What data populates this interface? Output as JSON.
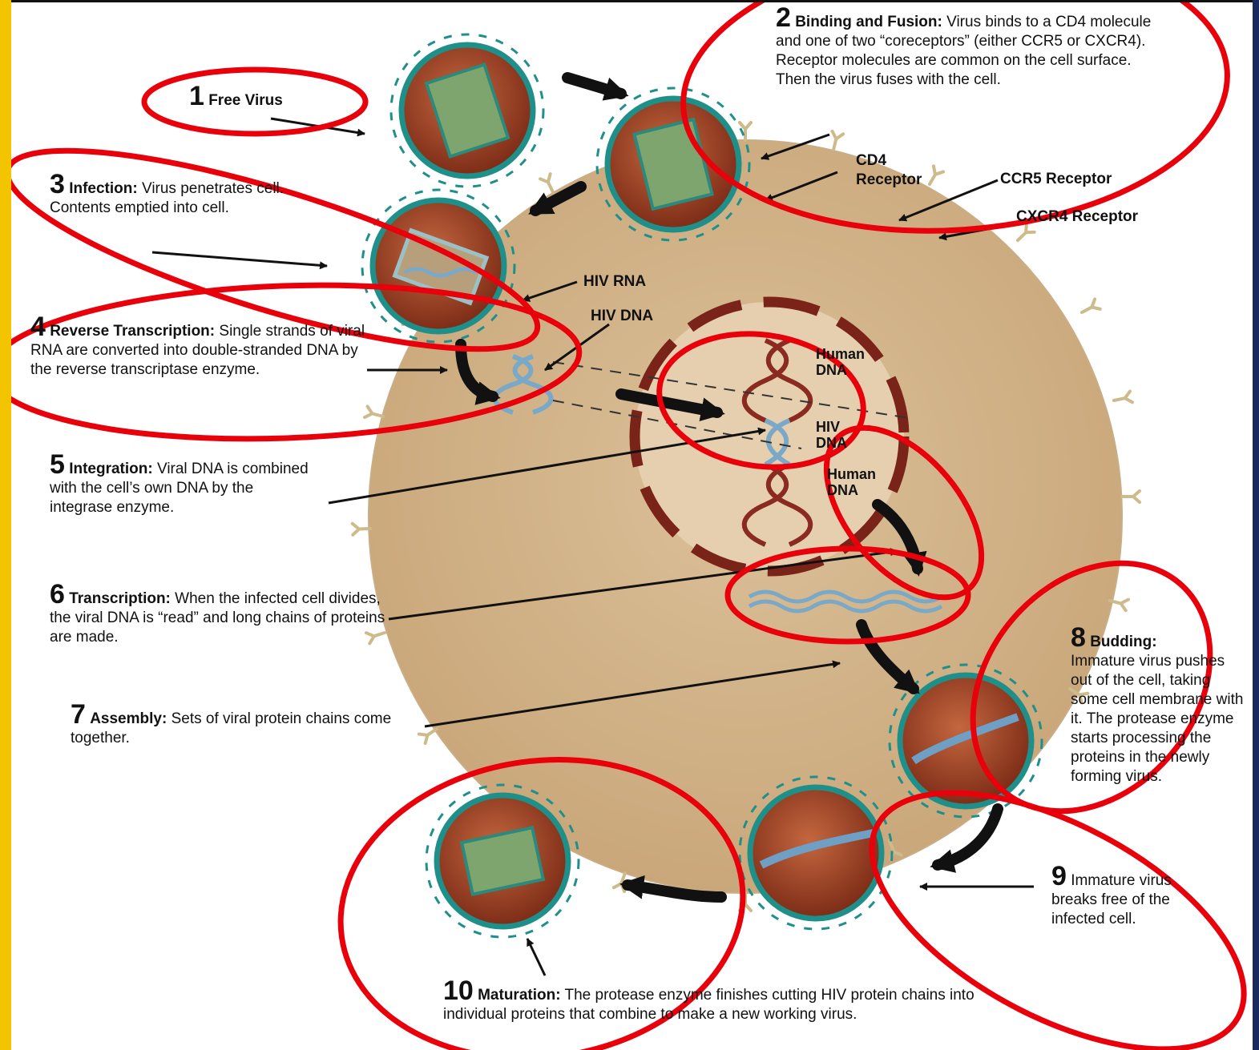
{
  "colors": {
    "side_bar": "#f2c500",
    "cell_body": "#d4b48a",
    "nucleus": "#e6cfae",
    "nucleus_ring": "#7a2318",
    "virus_core": "#9b3a22",
    "virus_envelope": "#1f8f8a",
    "highlight_ellipse": "#e8000b",
    "strand_blue": "#7aa9c8",
    "strand_red": "#8a2a20"
  },
  "steps": [
    {
      "num": "1",
      "title": "Free Virus",
      "text": ""
    },
    {
      "num": "2",
      "title": "Binding and Fusion:",
      "text": "Virus binds to a CD4 molecule and one of two “coreceptors” (either CCR5 or CXCR4). Receptor molecules are common on the cell surface. Then the virus fuses with the cell."
    },
    {
      "num": "3",
      "title": "Infection:",
      "text": "Virus penetrates cell. Contents emptied into cell."
    },
    {
      "num": "4",
      "title": "Reverse Transcription:",
      "text": "Single strands of viral RNA are converted into double-stranded DNA by the reverse transcriptase enzyme."
    },
    {
      "num": "5",
      "title": "Integration:",
      "text": "Viral DNA is combined with the cell’s own DNA by the integrase enzyme."
    },
    {
      "num": "6",
      "title": "Transcription:",
      "text": "When the infected cell divides, the viral DNA is “read” and long chains of proteins are made."
    },
    {
      "num": "7",
      "title": "Assembly:",
      "text": "Sets of viral protein chains come together."
    },
    {
      "num": "8",
      "title": "Budding:",
      "text": "Immature virus pushes out of the cell, taking some cell membrane with it. The protease enzyme starts processing the proteins in the newly forming virus."
    },
    {
      "num": "9",
      "title": "Immature",
      "text": "virus breaks free of the infected cell."
    },
    {
      "num": "10",
      "title": "Maturation:",
      "text": "The protease enzyme finishes cutting HIV protein chains into individual proteins that combine to make a new working virus."
    }
  ],
  "labels": {
    "cd4_line1": "CD4",
    "cd4_line2": "Receptor",
    "ccr5": "CCR5 Receptor",
    "cxcr4": "CXCR4 Receptor",
    "hiv_rna": "HIV RNA",
    "hiv_dna": "HIV DNA",
    "human_dna_top_1": "Human",
    "human_dna_top_2": "DNA",
    "hiv_dna_nuc_1": "HIV",
    "hiv_dna_nuc_2": "DNA",
    "human_dna_bot_1": "Human",
    "human_dna_bot_2": "DNA"
  }
}
